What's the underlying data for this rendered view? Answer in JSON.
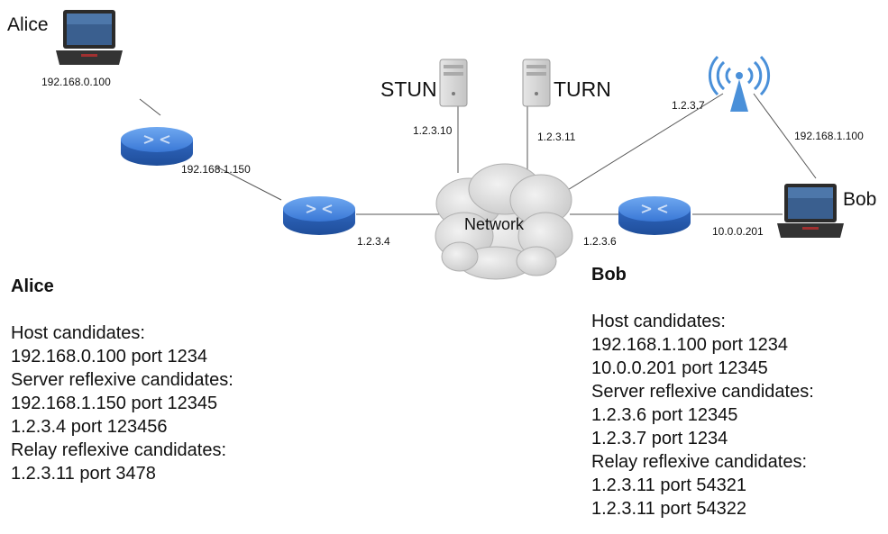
{
  "nodes": {
    "alice_name": "Alice",
    "bob_name": "Bob",
    "stun": "STUN",
    "turn": "TURN",
    "network": "Network"
  },
  "ips": {
    "alice_host": "192.168.0.100",
    "alice_router_out": "192.168.1.150",
    "alice_nat_public": "1.2.3.4",
    "stun": "1.2.3.10",
    "turn": "1.2.3.11",
    "wifi_public": "1.2.3.7",
    "bob_wifi": "192.168.1.100",
    "bob_nat_public": "1.2.3.6",
    "bob_lan": "10.0.0.201"
  },
  "alice_panel": {
    "title": "Alice",
    "host_heading": "Host candidates:",
    "host": [
      "192.168.0.100 port 1234"
    ],
    "srflx_heading": "Server reflexive candidates:",
    "srflx": [
      "192.168.1.150 port 12345",
      "1.2.3.4 port 123456"
    ],
    "relay_heading": "Relay reflexive candidates:",
    "relay": [
      "1.2.3.11 port 3478"
    ]
  },
  "bob_panel": {
    "title": "Bob",
    "host_heading": "Host candidates:",
    "host": [
      "192.168.1.100 port 1234",
      "10.0.0.201 port 12345"
    ],
    "srflx_heading": "Server reflexive candidates:",
    "srflx": [
      "1.2.3.6 port 12345",
      "1.2.3.7 port 1234"
    ],
    "relay_heading": "Relay reflexive candidates:",
    "relay": [
      "1.2.3.11 port 54321",
      "1.2.3.11 port 54322"
    ]
  },
  "colors": {
    "router": "#3b7fd9",
    "wifi": "#4a90d9",
    "cloud": "#d8d8d8",
    "line": "#555555"
  }
}
